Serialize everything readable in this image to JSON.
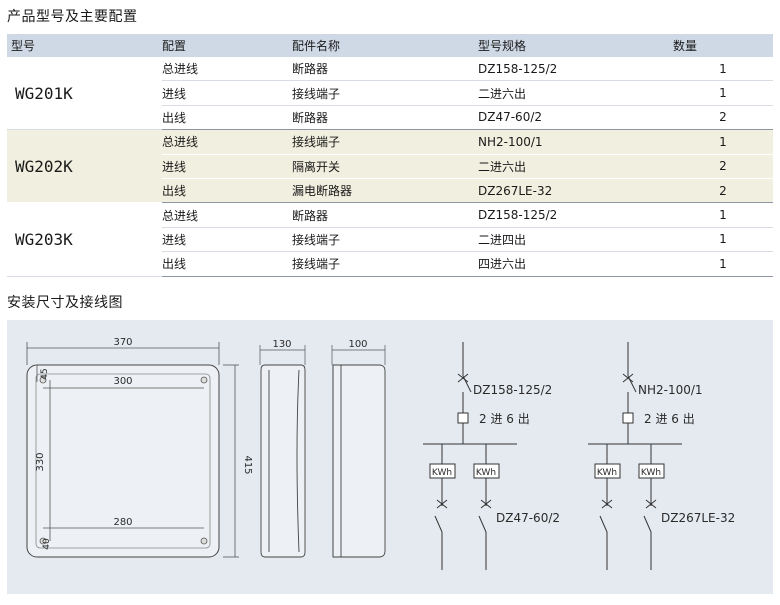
{
  "section_titles": {
    "config": "产品型号及主要配置",
    "install": "安装尺寸及接线图"
  },
  "table": {
    "headers": [
      "型号",
      "配置",
      "配件名称",
      "型号规格",
      "数量"
    ],
    "groups": [
      {
        "model": "WG201K",
        "rows": [
          [
            "总进线",
            "断路器",
            "DZ158-125/2",
            "1"
          ],
          [
            "进线",
            "接线端子",
            "二进六出",
            "1"
          ],
          [
            "出线",
            "断路器",
            "DZ47-60/2",
            "2"
          ]
        ]
      },
      {
        "model": "WG202K",
        "rows": [
          [
            "总进线",
            "接线端子",
            "NH2-100/1",
            "1"
          ],
          [
            "进线",
            "隔离开关",
            "二进六出",
            "2"
          ],
          [
            "出线",
            "漏电断路器",
            "DZ267LE-32",
            "2"
          ]
        ]
      },
      {
        "model": "WG203K",
        "rows": [
          [
            "总进线",
            "断路器",
            "DZ158-125/2",
            "1"
          ],
          [
            "进线",
            "接线端子",
            "二进四出",
            "1"
          ],
          [
            "出线",
            "接线端子",
            "四进六出",
            "1"
          ]
        ]
      }
    ]
  },
  "drawing": {
    "dims": {
      "width_outer": "370",
      "width_inner": "300",
      "top_offset": "45",
      "height_inner": "330",
      "height_outer": "415",
      "bottom_width": "280",
      "bottom_offset": "40",
      "side_depth": "130",
      "side_depth2": "100"
    },
    "wiring_left": {
      "main_breaker": "DZ158-125/2",
      "terminal": "2 进 6 出",
      "meter_a": "KWh",
      "meter_b": "KWh",
      "branch_breaker": "DZ47-60/2"
    },
    "wiring_right": {
      "main_breaker": "NH2-100/1",
      "terminal": "2 进 6 出",
      "meter_a": "KWh",
      "meter_b": "KWh",
      "branch_breaker": "DZ267LE-32"
    }
  }
}
